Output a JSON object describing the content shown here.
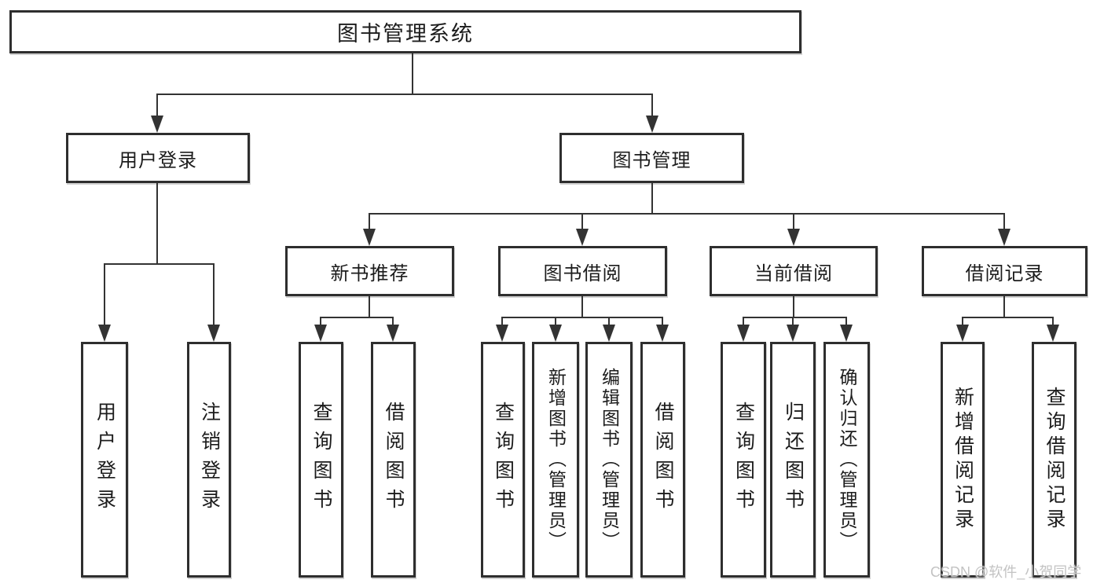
{
  "tree": {
    "label": "图书管理系统",
    "children": [
      {
        "label": "用户登录",
        "children": [
          {
            "label": "用户登录"
          },
          {
            "label": "注销登录"
          }
        ]
      },
      {
        "label": "图书管理",
        "children": [
          {
            "label": "新书推荐",
            "children": [
              {
                "label": "查询图书"
              },
              {
                "label": "借阅图书"
              }
            ]
          },
          {
            "label": "图书借阅",
            "children": [
              {
                "label": "查询图书"
              },
              {
                "label": "新增图书（管理员）"
              },
              {
                "label": "编辑图书（管理员）"
              },
              {
                "label": "借阅图书"
              }
            ]
          },
          {
            "label": "当前借阅",
            "children": [
              {
                "label": "查询图书"
              },
              {
                "label": "归还图书"
              },
              {
                "label": "确认归还（管理员）"
              }
            ]
          },
          {
            "label": "借阅记录",
            "children": [
              {
                "label": "新增借阅记录"
              },
              {
                "label": "查询借阅记录"
              }
            ]
          }
        ]
      }
    ]
  },
  "watermark": {
    "text": "CSDN @软件_小贺同学"
  },
  "colors": {
    "line": "#333333",
    "box_border": "#2e2e2e",
    "box_fill": "#ffffff",
    "text": "#1c1c1c",
    "watermark": "#c3c3c3",
    "background": "#ffffff"
  }
}
